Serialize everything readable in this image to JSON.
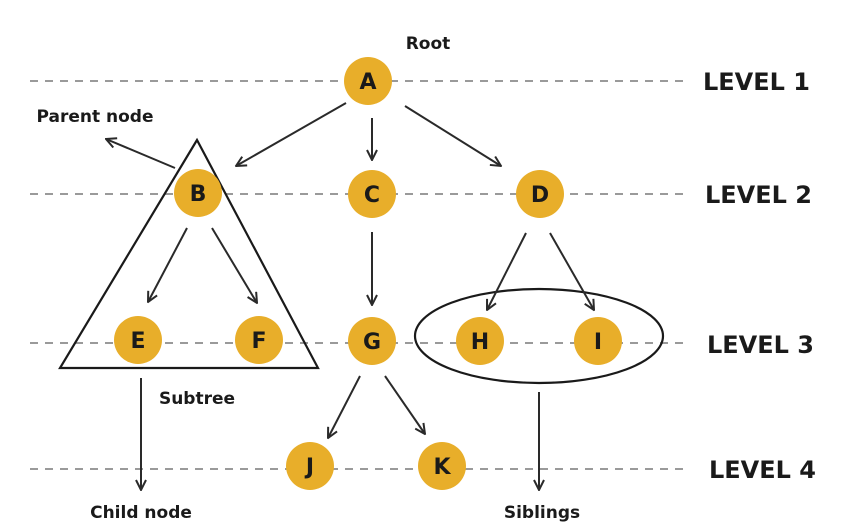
{
  "nodes": {
    "A": "A",
    "B": "B",
    "C": "C",
    "D": "D",
    "E": "E",
    "F": "F",
    "G": "G",
    "H": "H",
    "I": "I",
    "J": "J",
    "K": "K"
  },
  "levels": [
    "LEVEL 1",
    "LEVEL 2",
    "LEVEL 3",
    "LEVEL 4"
  ],
  "annotations": {
    "root": "Root",
    "parent_node": "Parent node",
    "subtree": "Subtree",
    "child_node": "Child node",
    "siblings": "Siblings"
  },
  "colors": {
    "node_fill": "#E8AE2A",
    "dashed_line": "#9a9a9a",
    "text": "#1a1a1a"
  }
}
